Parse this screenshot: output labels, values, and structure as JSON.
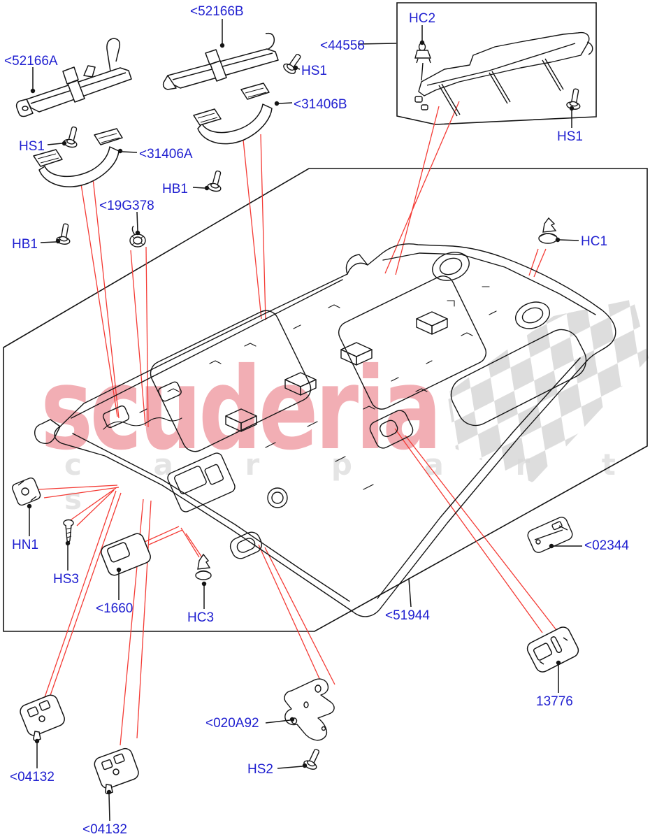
{
  "diagram_title": "roof headlining and grab handles parts diagram",
  "watermark": {
    "brand": "scuderia",
    "subtext": "c a r  p a r t s"
  },
  "colors": {
    "label_blue": "#1f1fd0",
    "leader_red": "#f43b35",
    "art_line": "#141414",
    "watermark_pink": "#f2aeb4",
    "checker_gray": "#d7d7d7"
  },
  "labels": [
    {
      "code": "<52166A"
    },
    {
      "code": "<52166B"
    },
    {
      "code": "<44558"
    },
    {
      "code": "HC2"
    },
    {
      "code": "HS1"
    },
    {
      "code": "<31406B"
    },
    {
      "code": "HS1"
    },
    {
      "code": "HS1"
    },
    {
      "code": "<31406A"
    },
    {
      "code": "HB1"
    },
    {
      "code": "<19G378"
    },
    {
      "code": "HB1"
    },
    {
      "code": "HC1"
    },
    {
      "code": "HN1"
    },
    {
      "code": "HS3"
    },
    {
      "code": "<1660"
    },
    {
      "code": "HC3"
    },
    {
      "code": "<02344"
    },
    {
      "code": "<51944"
    },
    {
      "code": "13776"
    },
    {
      "code": "<04132"
    },
    {
      "code": "<04132"
    },
    {
      "code": "<020A92"
    },
    {
      "code": "HS2"
    }
  ]
}
